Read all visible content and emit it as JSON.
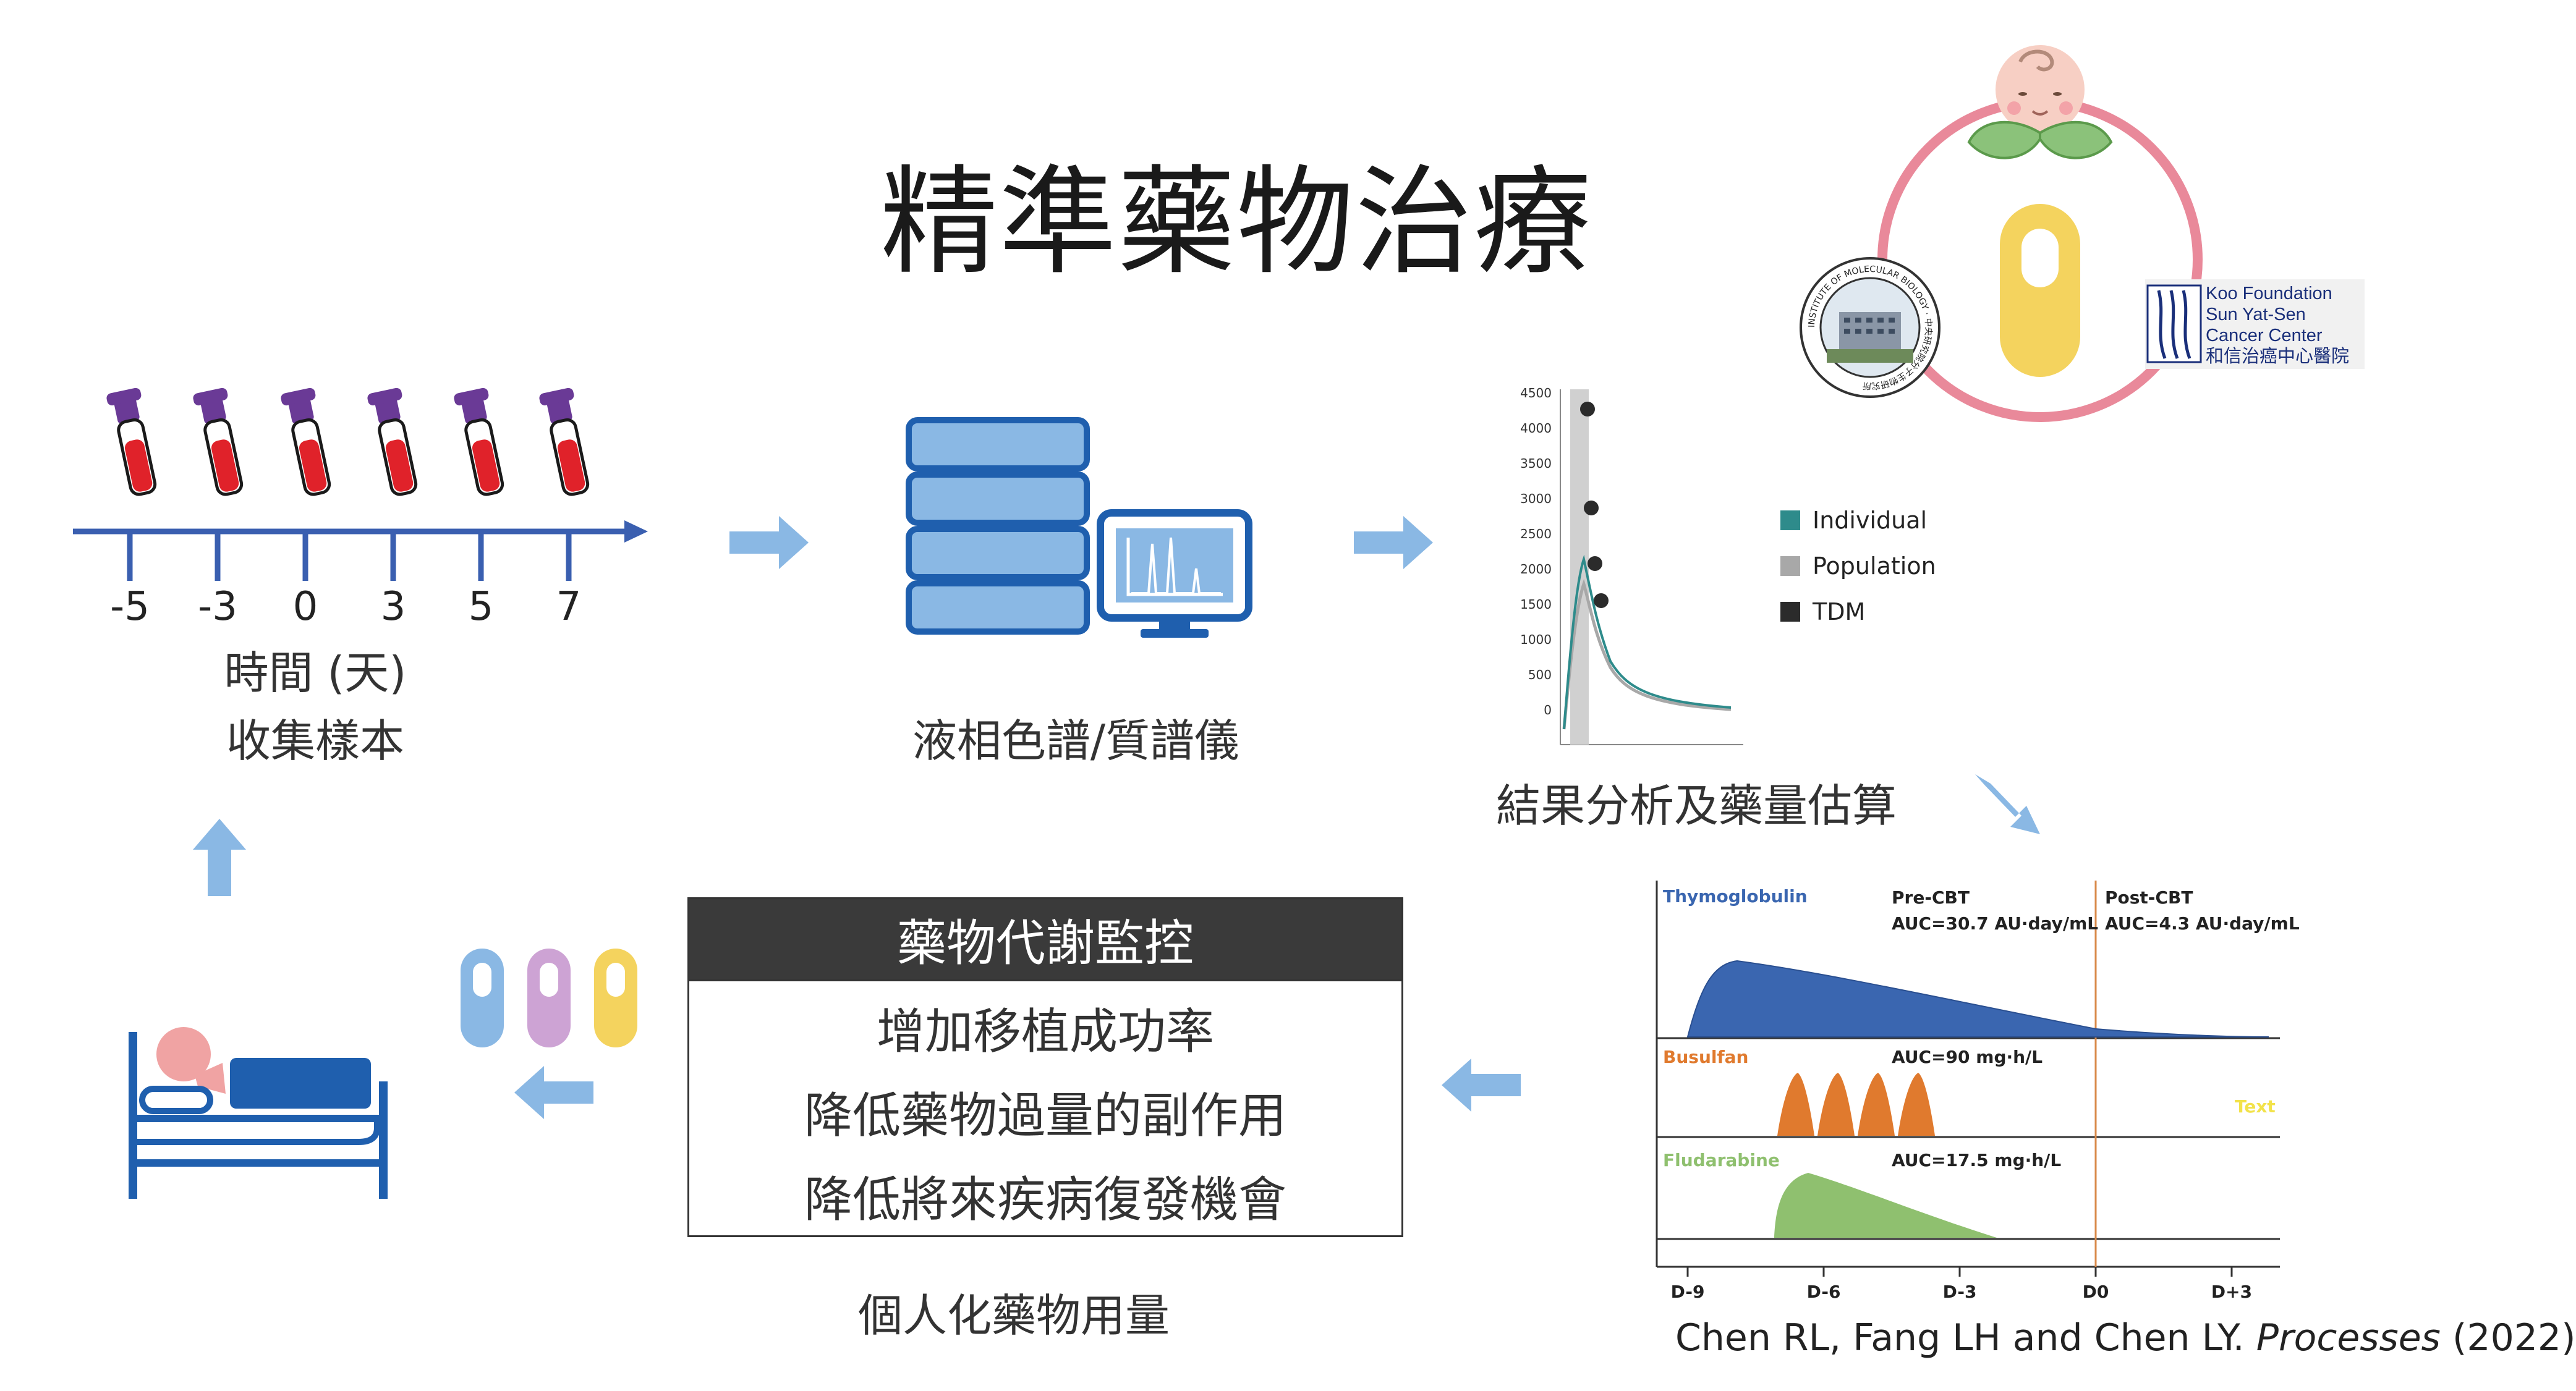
{
  "title": "精準藥物治療",
  "timeline": {
    "ticks": [
      "-5",
      "-3",
      "0",
      "3",
      "5",
      "7"
    ],
    "caption_time": "時間 (天)",
    "caption_collect": "收集樣本"
  },
  "instrument": {
    "caption": "液相色譜/質譜儀"
  },
  "analysis": {
    "caption": "結果分析及藥量估算",
    "y_ticks": [
      "4500",
      "4000",
      "3500",
      "3000",
      "2500",
      "2000",
      "1500",
      "1000",
      "500",
      "0"
    ],
    "legend": [
      {
        "label": "Individual",
        "color": "#2e8b8b"
      },
      {
        "label": "Population",
        "color": "#a8a8a8"
      },
      {
        "label": "TDM",
        "color": "#2b2b2b"
      }
    ]
  },
  "logos": {
    "imb_ring": "INSTITUTE OF MOLECULAR BIOLOGY · 中央研究院分子生物研究所",
    "koo_lines": [
      "Koo Foundation",
      "Sun Yat-Sen",
      "Cancer Center",
      "和信治癌中心醫院"
    ]
  },
  "pk_monitoring": {
    "header": "藥物代謝監控",
    "items": [
      "增加移植成功率",
      "降低藥物過量的副作用",
      "降低將來疾病復發機會"
    ],
    "caption": "個人化藥物用量"
  },
  "drug_chart": {
    "panels": [
      {
        "name": "Thymoglobulin",
        "color": "#3a66b0"
      },
      {
        "name": "Busulfan",
        "color": "#e07a2e"
      },
      {
        "name": "Fludarabine",
        "color": "#8fc06f"
      }
    ],
    "annotations": {
      "pre_cbt": "Pre-CBT",
      "pre_auc": "AUC=30.7 AU·day/mL",
      "post_cbt": "Post-CBT",
      "post_auc": "AUC=4.3 AU·day/mL",
      "busulfan_auc": "AUC=90 mg·h/L",
      "fludarabine_auc": "AUC=17.5 mg·h/L",
      "placeholder_text": "Text"
    },
    "x_ticks": [
      "D-9",
      "D-6",
      "D-3",
      "D0",
      "D+3"
    ]
  },
  "reference": {
    "authors": "Chen RL, Fang LH and Chen LY. ",
    "journal": "Processes",
    "year": " (2022)"
  },
  "colors": {
    "arrow": "#8ab8e4",
    "timeline": "#3a5fb0",
    "tube_cap": "#6a3a96",
    "blood": "#e0222a",
    "db_fill": "#8ab8e4",
    "db_stroke": "#1f5fae",
    "pink_ring": "#e9899a",
    "capsule_yellow": "#f4d35e"
  }
}
